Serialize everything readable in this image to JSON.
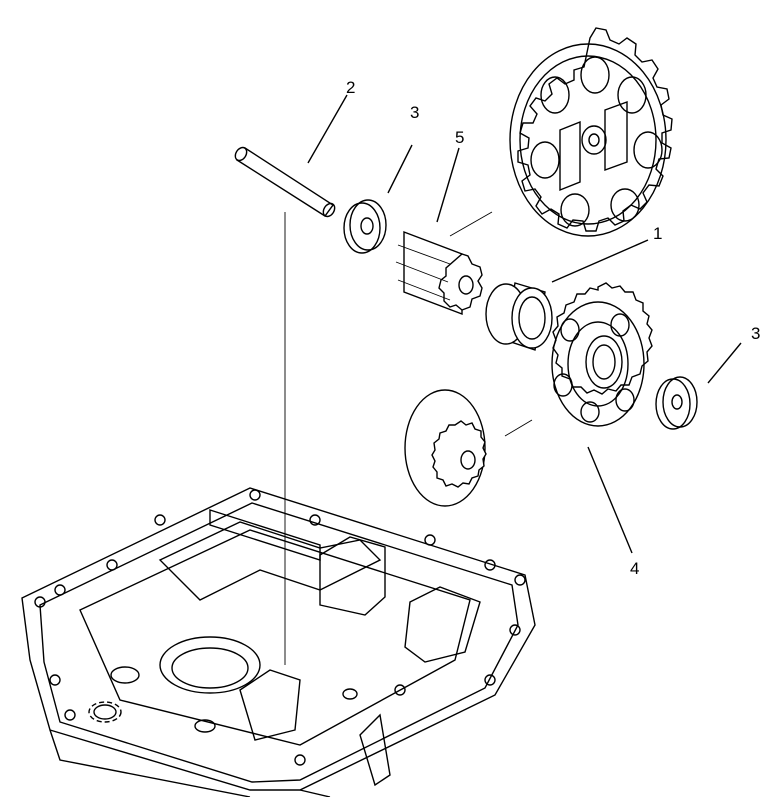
{
  "callouts": {
    "shaft": "2",
    "washer_upper": "3",
    "pinion_gear": "5",
    "bearing_ring": "1",
    "washer_right": "3",
    "idler_gear": "4"
  }
}
